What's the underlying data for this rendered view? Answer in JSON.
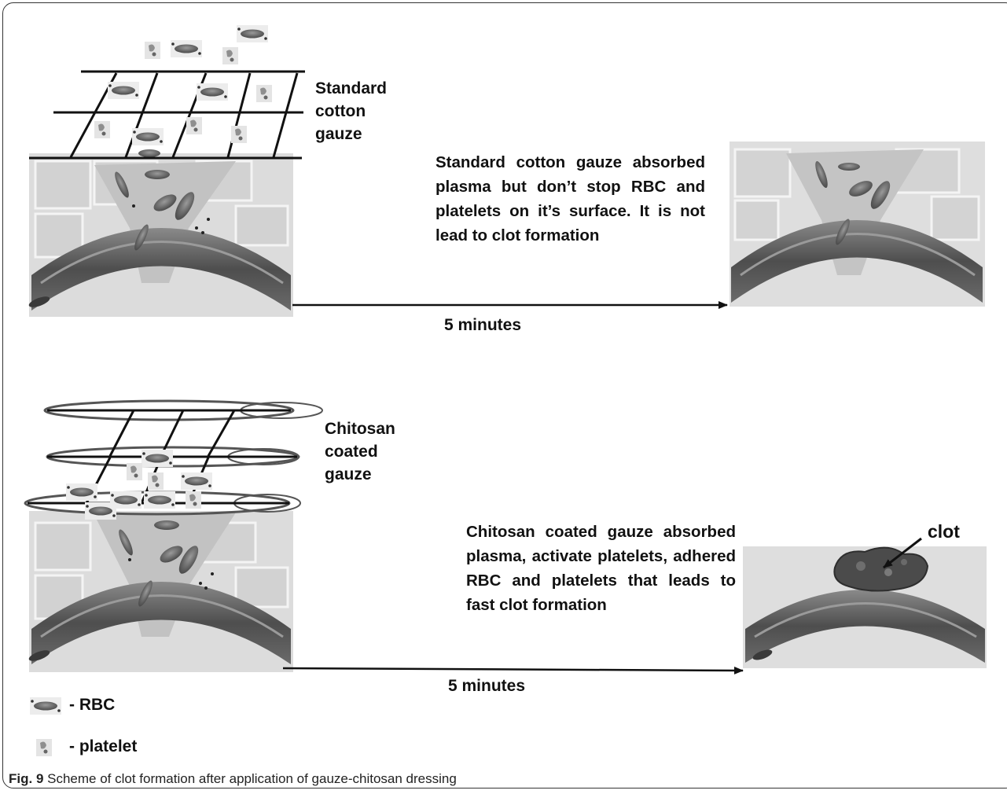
{
  "panels": {
    "standard": {
      "gauze_label": [
        "Standard",
        "cotton",
        "gauze"
      ],
      "description": "Standard cotton gauze absorbed plasma but don’t stop RBC and platelets on it’s surface. It is not lead to clot formation",
      "time_label": "5 minutes"
    },
    "chitosan": {
      "gauze_label": [
        "Chitosan",
        "coated",
        "gauze"
      ],
      "description": "Chitosan coated gauze absorbed plasma, activate platelets, adhered RBC and platelets that leads to fast clot formation",
      "time_label": "5 minutes",
      "clot_label": "clot"
    }
  },
  "legend": {
    "rbc": "- RBC",
    "platelet": "- platelet"
  },
  "caption": {
    "prefix": "Fig. 9",
    "text": "Scheme of clot formation after application of gauze-chitosan dressing"
  },
  "colors": {
    "tissue": "#d9d9d9",
    "vessel": "#5c5c5c",
    "rbc": "#6b6b6b",
    "line": "#111111"
  }
}
